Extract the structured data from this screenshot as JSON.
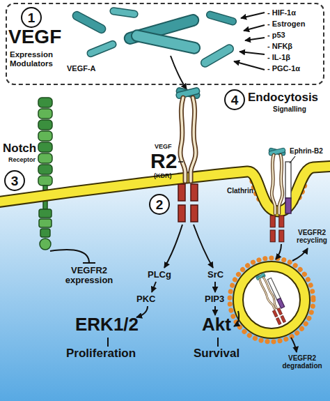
{
  "diagram": {
    "nodes": [
      {
        "text": [
          "VEGF",
          "Expression Modulators",
          "- HIF-1α",
          "- Estrogen",
          "- p53",
          "- NFKβ",
          "- IL-1β",
          "- PGC-1α",
          "VEGF-A"
        ]
      },
      {
        "text": [
          "1"
        ],
        "in": 0
      },
      {
        "text": [
          "4"
        ]
      },
      {
        "text": [
          "3"
        ]
      },
      {
        "text": [
          "2"
        ]
      }
    ],
    "labels": [
      "Notch",
      "Receptor",
      "VEGF",
      "R2",
      "(KDR)",
      "Endocytosis",
      "Signalling",
      "Ephrin-B2",
      "Clathrin",
      "VEGFR2 recycling",
      "VEGFR2 expression",
      "PLCg",
      "PKC",
      "SrC",
      "PIP3",
      "ERK1/2",
      "Akt",
      "Proliferation",
      "Survival",
      "VEGFR2 degradation"
    ]
  }
}
